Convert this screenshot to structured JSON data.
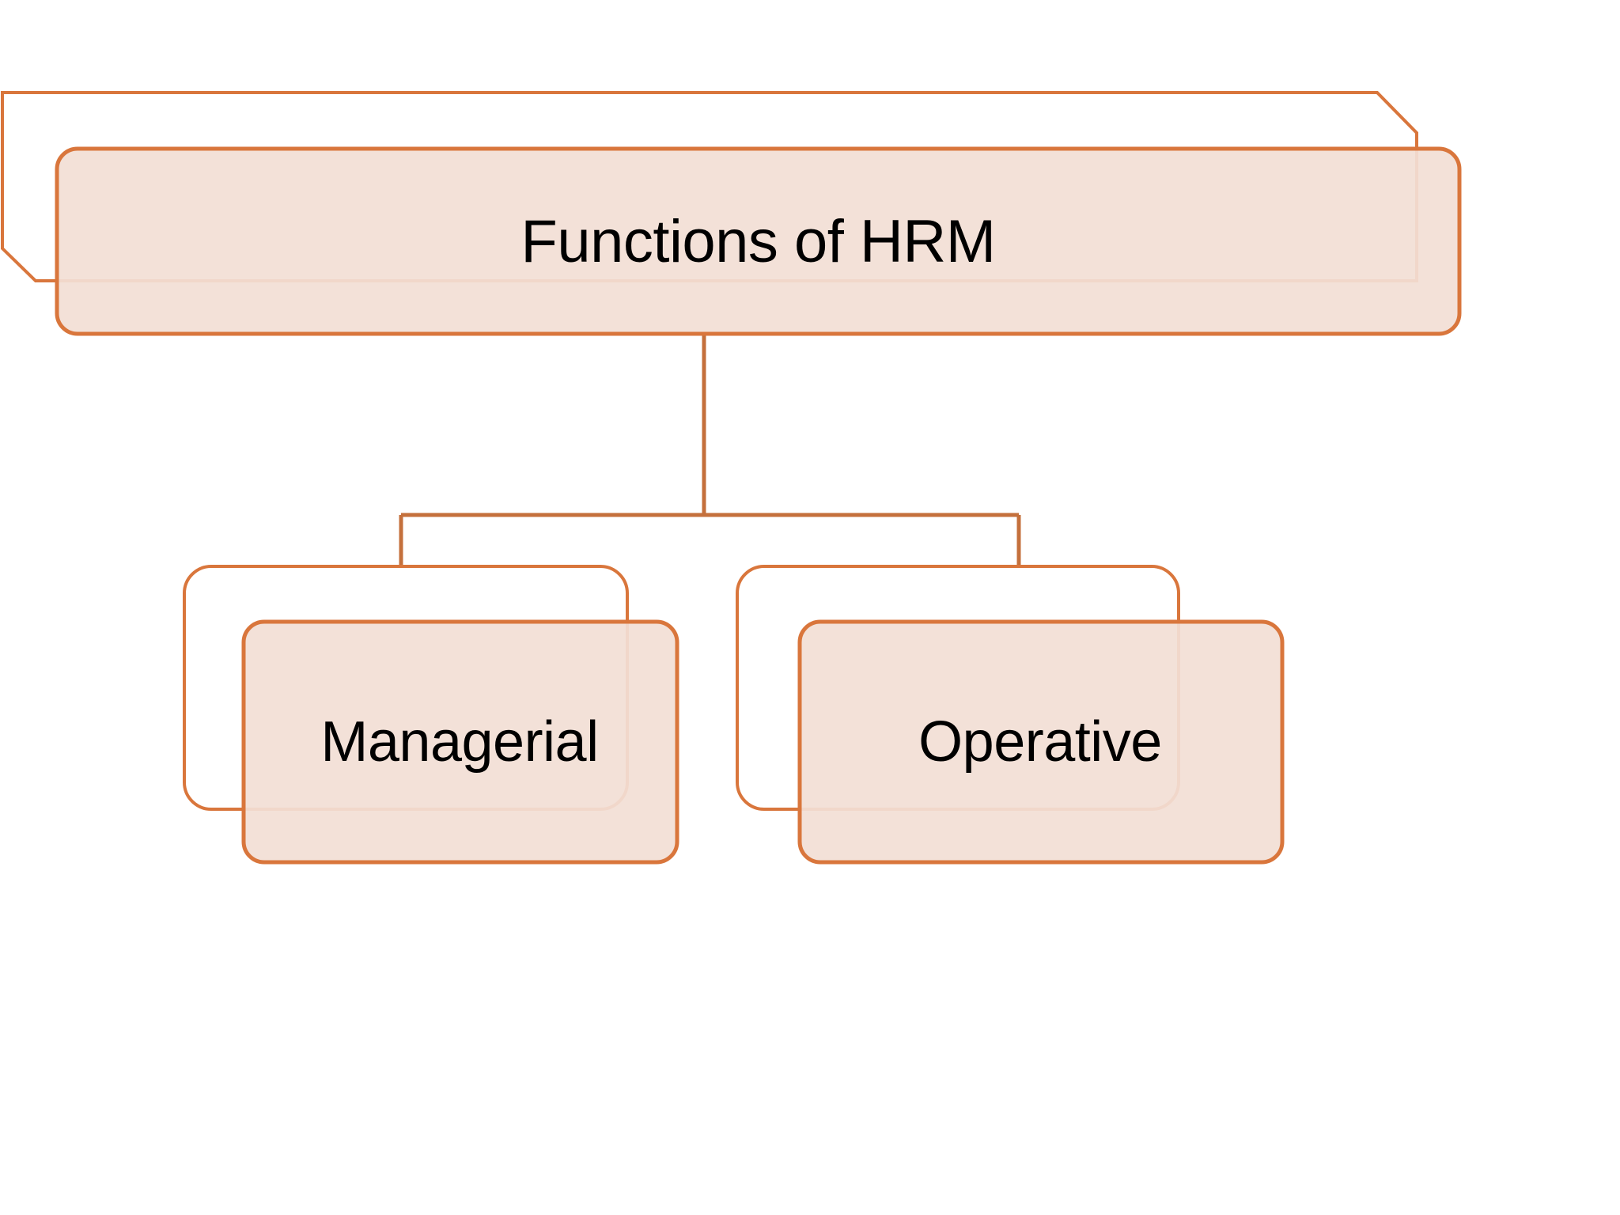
{
  "diagram": {
    "type": "hierarchy-tree",
    "title": "Functions of HRM",
    "orientation": "top-down",
    "levels": 2,
    "colors": {
      "node_fill": "#F2DFD5",
      "node_border": "#D9763C",
      "connector": "#C4703C",
      "text": "#000000",
      "canvas": "#FFFFFF",
      "ghost_fill": "#FFFFFF"
    },
    "root": {
      "id": "root",
      "label": "Functions of HRM",
      "shape": "rounded-rectangle",
      "has_backdrop": true,
      "backdrop_shape": "folded-note"
    },
    "children": [
      {
        "id": "managerial",
        "label": "Managerial",
        "shape": "rounded-rectangle",
        "has_backdrop": true,
        "backdrop_shape": "rounded-rectangle"
      },
      {
        "id": "operative",
        "label": "Operative",
        "shape": "rounded-rectangle",
        "has_backdrop": true,
        "backdrop_shape": "rounded-rectangle"
      }
    ],
    "edges": [
      {
        "from": "root",
        "to": "managerial"
      },
      {
        "from": "root",
        "to": "operative"
      }
    ]
  }
}
